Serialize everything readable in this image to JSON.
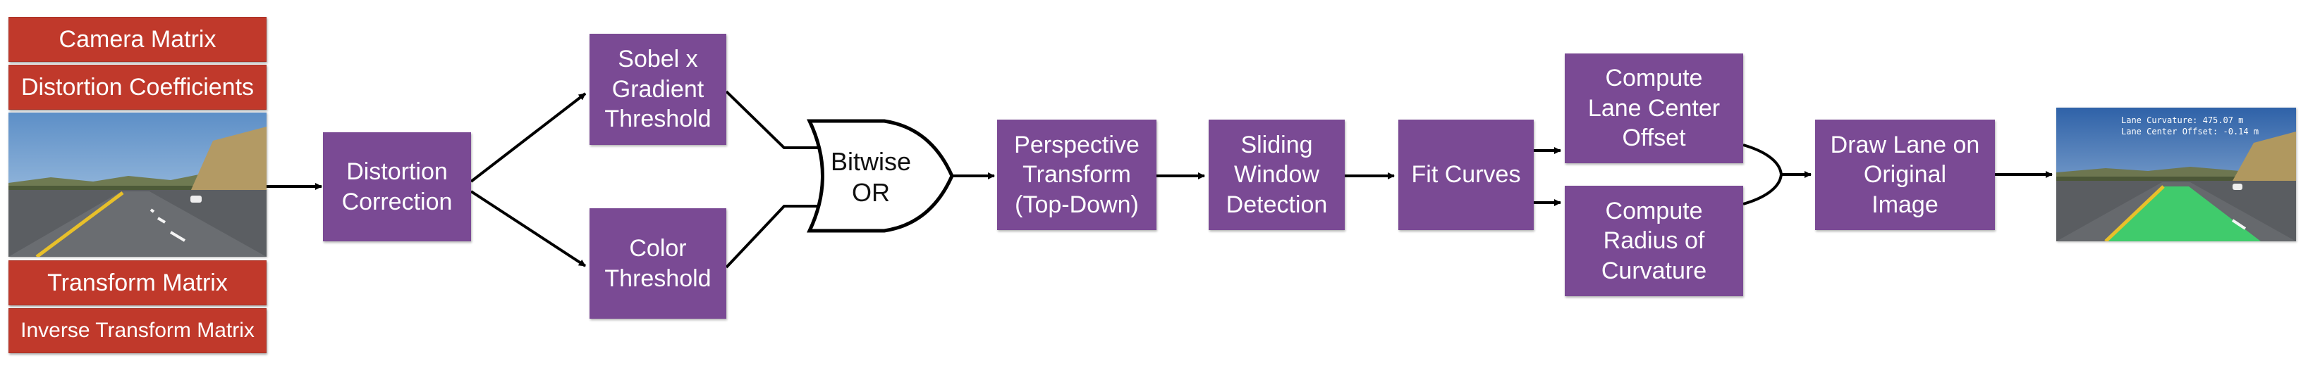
{
  "inputs": {
    "camera_matrix": "Camera Matrix",
    "distortion_coefficients": "Distortion Coefficients",
    "transform_matrix": "Transform Matrix",
    "inverse_transform_matrix": "Inverse Transform Matrix"
  },
  "steps": {
    "distortion_correction": "Distortion\nCorrection",
    "sobel_threshold": "Sobel x\nGradient\nThreshold",
    "color_threshold": "Color\nThreshold",
    "bitwise_or": "Bitwise\nOR",
    "perspective_transform": "Perspective\nTransform\n(Top-Down)",
    "sliding_window": "Sliding\nWindow\nDetection",
    "fit_curves": "Fit Curves",
    "lane_center_offset": "Compute\nLane Center\nOffset",
    "radius_of_curvature": "Compute\nRadius of\nCurvature",
    "draw_lane": "Draw Lane on\nOriginal\nImage"
  },
  "output_overlay": {
    "curvature_line": "Lane Curvature: 475.07 m",
    "offset_line": "Lane Center Offset: -0.14 m"
  },
  "colors": {
    "step_box": "#7a4a94",
    "input_box": "#c0392b",
    "lane_fill": "#3cd66b"
  }
}
